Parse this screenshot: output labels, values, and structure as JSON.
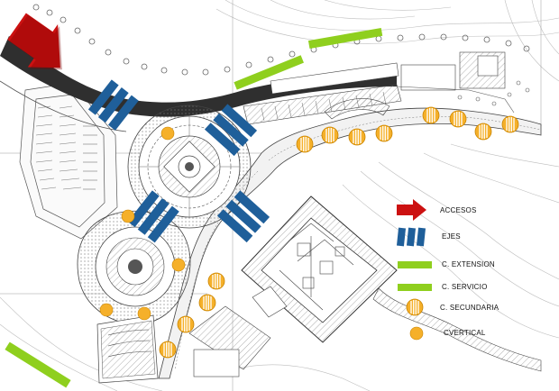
{
  "legend": {
    "accesos": "ACCESOS",
    "ejes": "EJES",
    "c_extension": "C. EXTENSION",
    "c_servicio": "C. SERVICIO",
    "c_secundaria": "C. SECUNDARIA",
    "c_vertical": "CVERTICAL"
  },
  "colors": {
    "access_arrow": "#cc1111",
    "ejes_blue": "#1f5f9a",
    "extension_green": "#8fcf1e",
    "servicio_green": "#8fcf1e",
    "secundaria_orange": "#f5b02a",
    "vertical_orange": "#f5b02a",
    "road_dark": "#2a2a2a"
  }
}
